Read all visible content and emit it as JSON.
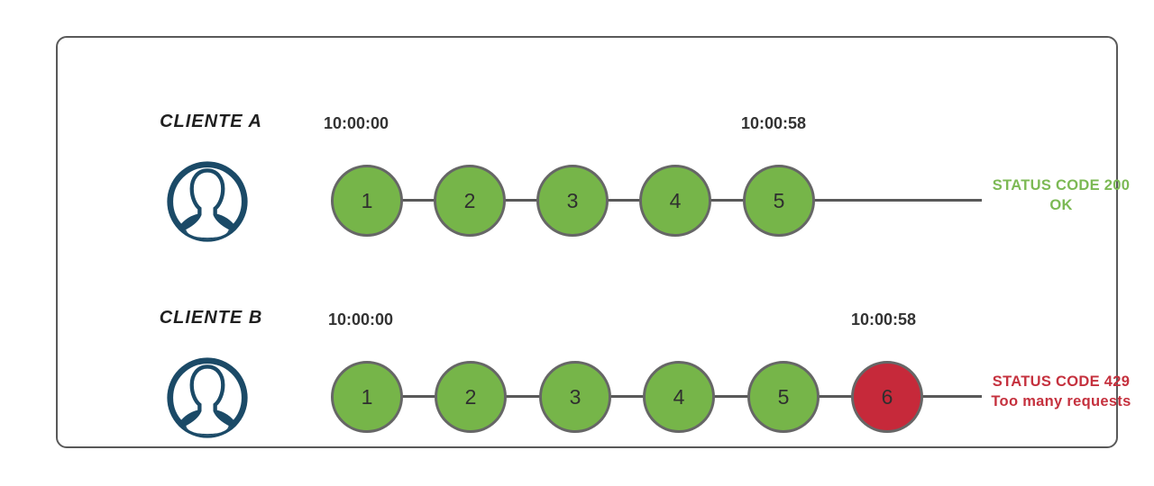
{
  "rowA": {
    "client_name": "CLIENTE A",
    "start_time": "10:00:00",
    "end_time": "10:00:58",
    "requests": [
      "1",
      "2",
      "3",
      "4",
      "5"
    ],
    "status_line1": "STATUS CODE 200",
    "status_line2": "OK"
  },
  "rowB": {
    "client_name": "CLIENTE B",
    "start_time": "10:00:00",
    "end_time": "10:00:58",
    "requests": [
      "1",
      "2",
      "3",
      "4",
      "5",
      "6"
    ],
    "status_line1": "STATUS CODE 429",
    "status_line2": "Too many requests"
  },
  "icons": {
    "client_avatar": "user-avatar-icon"
  },
  "colors": {
    "circle_ok": "#76b549",
    "circle_blocked": "#c6293a",
    "circle_border": "#666666",
    "timeline": "#595959",
    "frame_border": "#595959",
    "status_ok": "#7cb954",
    "status_error": "#c5313e",
    "avatar": "#1b4a67"
  }
}
